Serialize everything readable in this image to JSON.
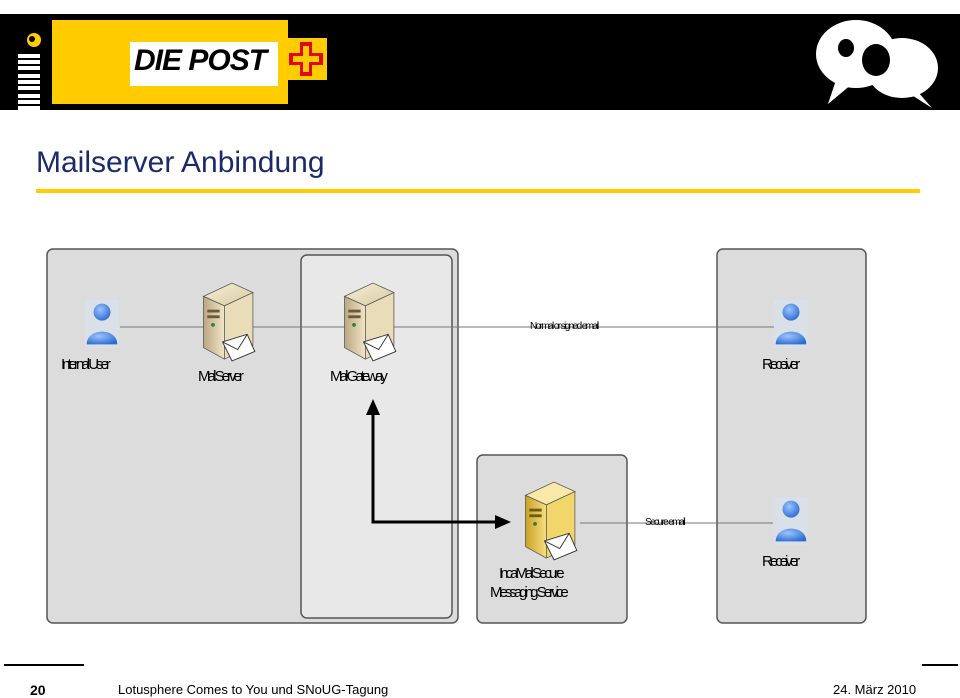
{
  "header": {
    "ibm_logo": "IBM",
    "post_logo": "DIE POST",
    "icons": [
      "ibm-logo-icon",
      "swiss-cross-icon",
      "speech-bubbles-icon"
    ],
    "brand_colors": {
      "yellow": "#ffcc00",
      "black": "#000000",
      "red": "#e30613"
    }
  },
  "slide": {
    "title": "Mailserver Anbindung",
    "title_color": "#1a2a6c"
  },
  "diagram": {
    "nodes": {
      "internal_user": "Internal User",
      "mail_server": "Mail Server",
      "mail_gateway": "Mail Gateway",
      "receiver_top": "Receiver",
      "receiver_bottom": "Receiver",
      "incamail_line1": "IncaMail Secure",
      "incamail_line2": "Messaging Service"
    },
    "edges": {
      "normal_email": "Normal or signed email",
      "secure_email": "Secure email"
    }
  },
  "footer": {
    "page_number": "20",
    "event": "Lotusphere Comes to You und SNoUG-Tagung",
    "date": "24. März 2010"
  }
}
